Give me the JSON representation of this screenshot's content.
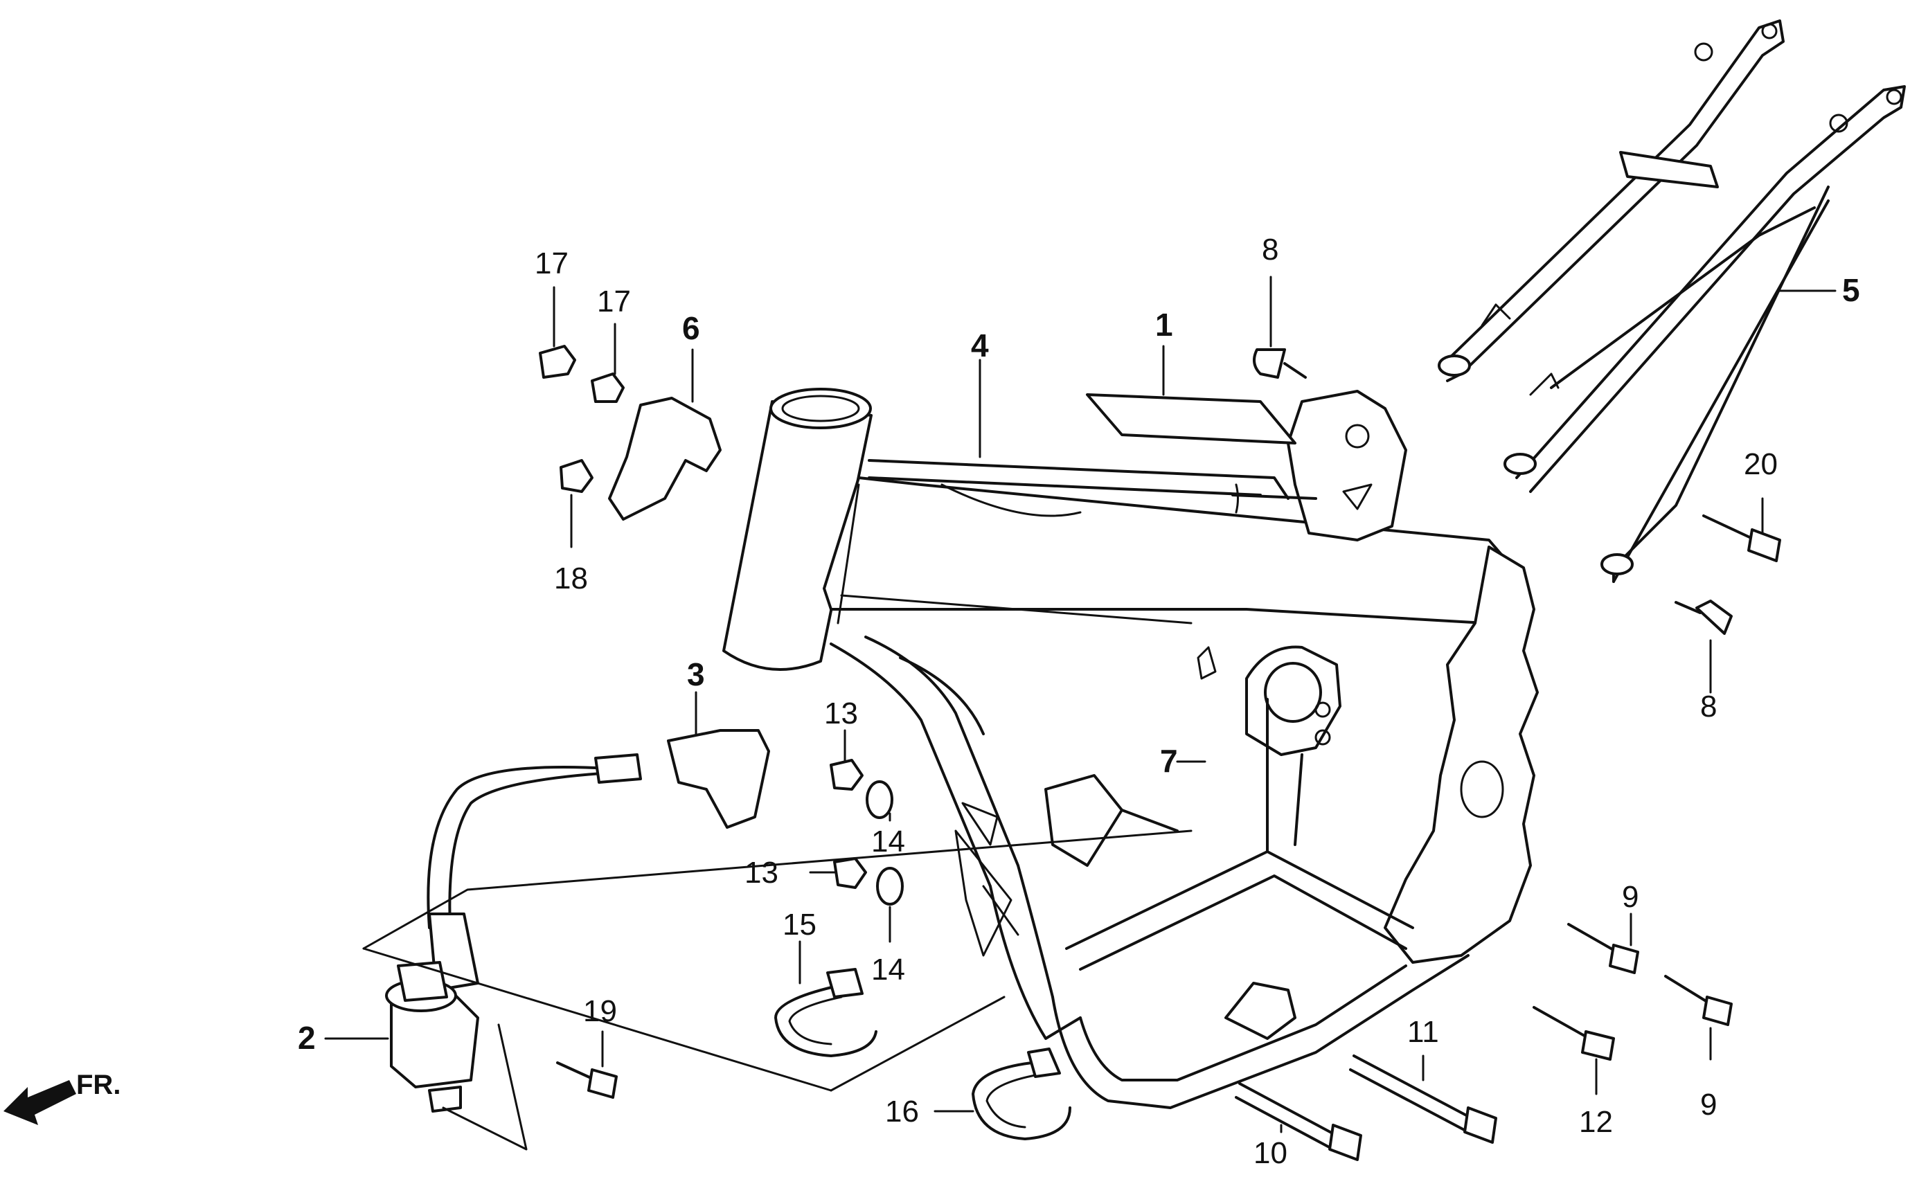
{
  "diagram": {
    "orientation_label": "FR.",
    "callouts": [
      {
        "id": "c1",
        "text": "1"
      },
      {
        "id": "c2",
        "text": "2"
      },
      {
        "id": "c3",
        "text": "3"
      },
      {
        "id": "c4",
        "text": "4"
      },
      {
        "id": "c5",
        "text": "5"
      },
      {
        "id": "c6",
        "text": "6"
      },
      {
        "id": "c7",
        "text": "7"
      },
      {
        "id": "c8a",
        "text": "8"
      },
      {
        "id": "c8b",
        "text": "8"
      },
      {
        "id": "c9a",
        "text": "9"
      },
      {
        "id": "c9b",
        "text": "9"
      },
      {
        "id": "c10",
        "text": "10"
      },
      {
        "id": "c11",
        "text": "11"
      },
      {
        "id": "c12",
        "text": "12"
      },
      {
        "id": "c13a",
        "text": "13"
      },
      {
        "id": "c13b",
        "text": "13"
      },
      {
        "id": "c14a",
        "text": "14"
      },
      {
        "id": "c14b",
        "text": "14"
      },
      {
        "id": "c15",
        "text": "15"
      },
      {
        "id": "c16",
        "text": "16"
      },
      {
        "id": "c17a",
        "text": "17"
      },
      {
        "id": "c17b",
        "text": "17"
      },
      {
        "id": "c18",
        "text": "18"
      },
      {
        "id": "c19",
        "text": "19"
      },
      {
        "id": "c20",
        "text": "20"
      }
    ]
  }
}
